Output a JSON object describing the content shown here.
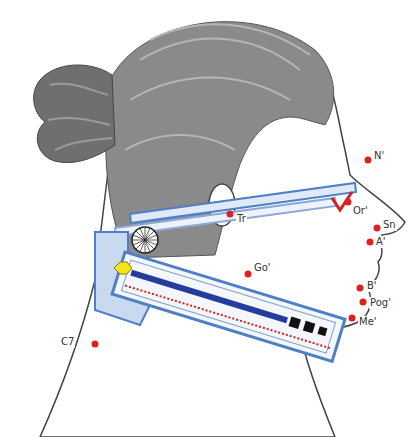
{
  "diagram": {
    "labels": [
      "N'",
      "Or'",
      "Sn",
      "A'",
      "B'",
      "Pog'",
      "Me'",
      "Go'",
      "Tr",
      "C7"
    ]
  }
}
